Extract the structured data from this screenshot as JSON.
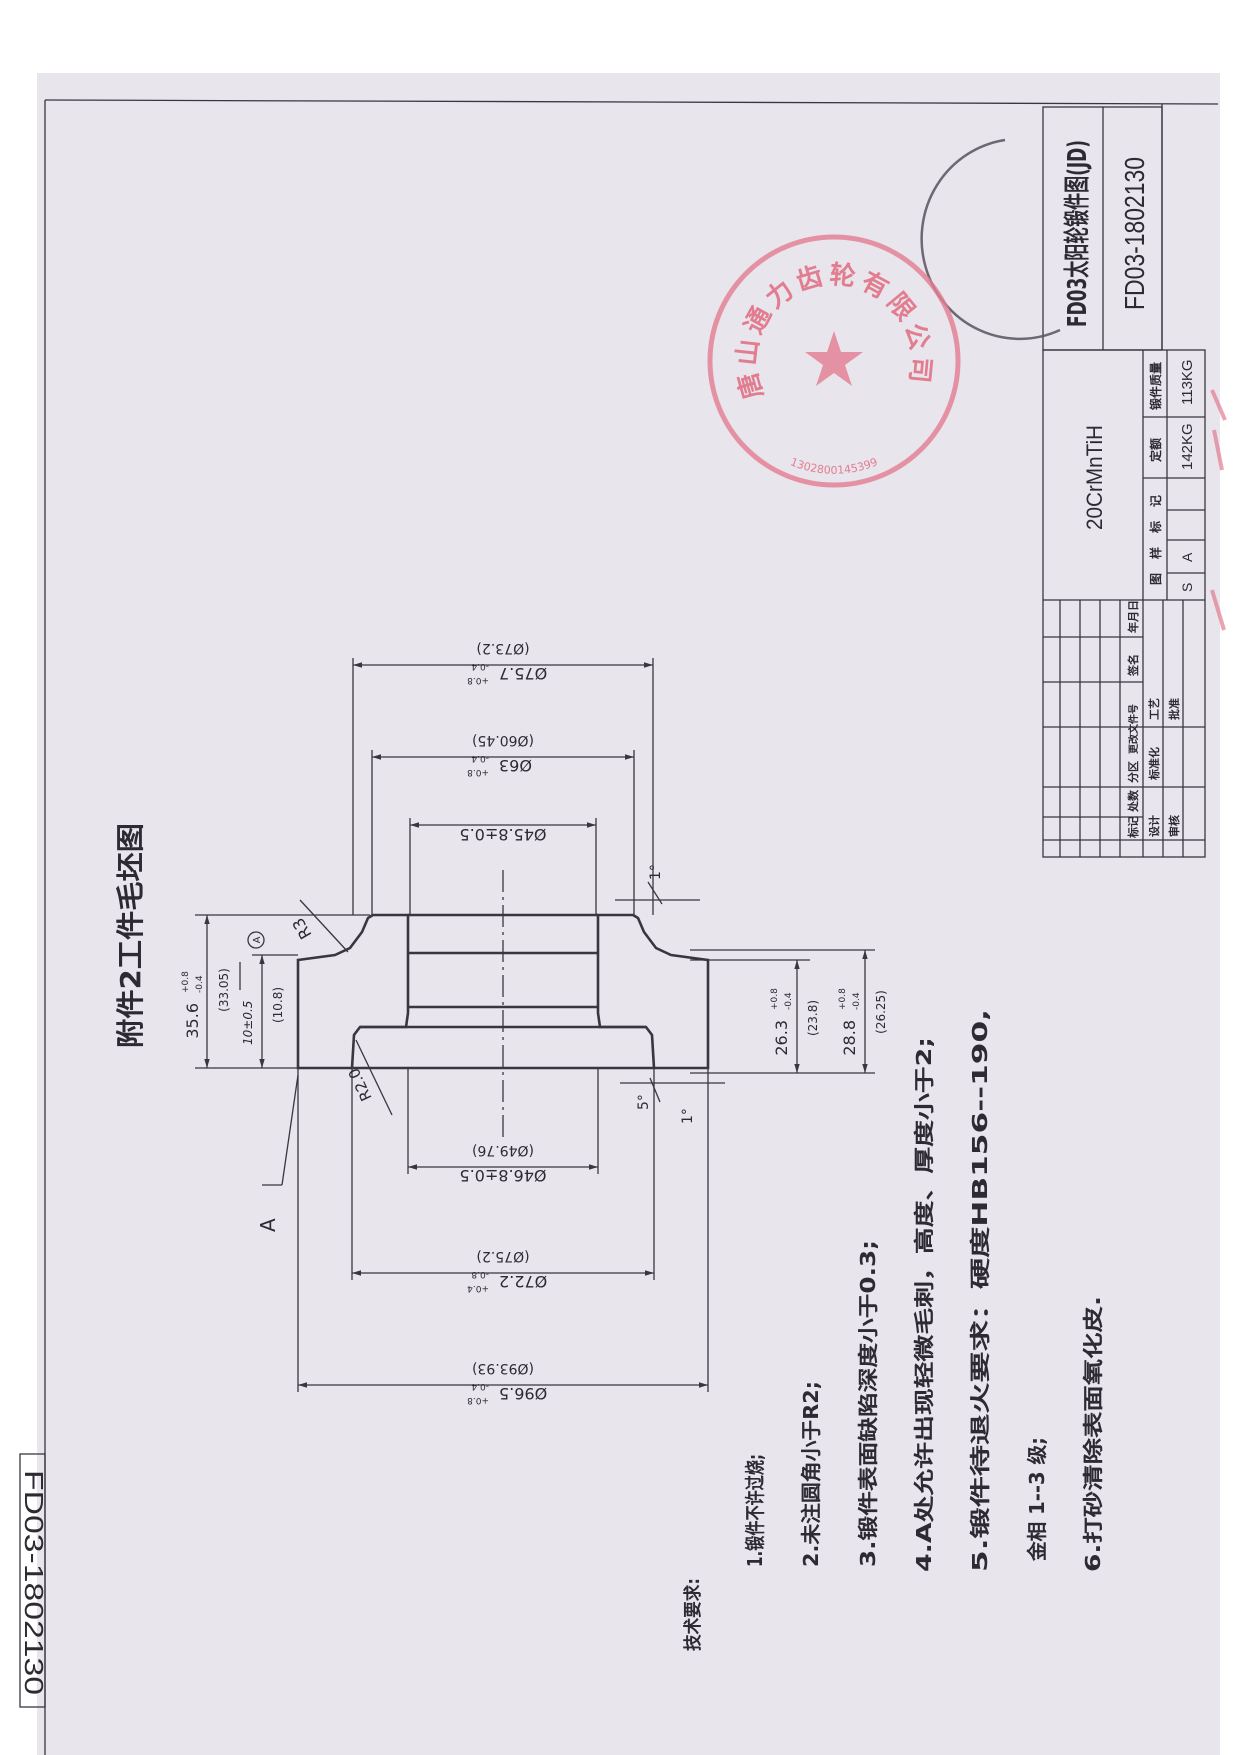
{
  "title": "附件2工件毛坯图",
  "side_number": "FD03-1802130",
  "dimensions": {
    "od_top": {
      "main": "Ø75.7",
      "tol_upper": "+0.8",
      "tol_lower": "-0.4",
      "ref": "(Ø73.2)"
    },
    "hub_top": {
      "main": "Ø63",
      "tol_upper": "+0.8",
      "tol_lower": "-0.4",
      "ref": "(Ø60.45)"
    },
    "bore_top": {
      "main": "Ø45.8±0.5"
    },
    "bore_bottom": {
      "main": "Ø46.8±0.5",
      "ref": "(Ø49.76)"
    },
    "counterbore": {
      "main": "Ø72.2",
      "tol_upper": "+0.4",
      "tol_lower": "-0.8",
      "ref": "(Ø75.2)"
    },
    "outer": {
      "main": "Ø96.5",
      "tol_upper": "+0.8",
      "tol_lower": "-0.4",
      "ref": "(Ø93.93)"
    },
    "height_total": {
      "main": "35.6",
      "tol_upper": "+0.8",
      "tol_lower": "-0.4",
      "ref": "(33.05)"
    },
    "flange": {
      "main": "10±0.5",
      "ref": "(10.8)",
      "datum_mark": "A"
    },
    "height_a": {
      "main": "26.3",
      "tol_upper": "+0.8",
      "tol_lower": "-0.4",
      "ref": "(23.8)"
    },
    "height_b": {
      "main": "28.8",
      "tol_upper": "+0.8",
      "tol_lower": "-0.4",
      "ref": "(26.25)"
    },
    "radius_outer": "R3",
    "radius_inner": "R2.0",
    "draft_top": "1°",
    "draft_bottom": "1°",
    "draft_inner": "5°",
    "section_mark": "A"
  },
  "tech_requirements": {
    "heading": "技术要求:",
    "items": [
      "1.锻件不许过烧;",
      "2.未注圆角小于R2;",
      "3.锻件表面缺陷深度小于0.3;",
      "4.A处允许出现轻微毛刺，高度、厚度小于2;",
      "5.锻件待退火要求：硬度HB156--190,",
      "金相 1--3 级;",
      "6.打砂清除表面氧化皮."
    ]
  },
  "title_block": {
    "drawing_name": "FD03太阳轮锻件图(JD)",
    "drawing_number": "FD03-1802130",
    "material": "20CrMnTiH",
    "forging_weight_label": "锻件质量",
    "forging_weight": "113KG",
    "quota_label": "定额",
    "quota": "142KG",
    "drawing_mark_label": "图样标记",
    "mark_s": "S",
    "mark_a": "A",
    "revision_labels": [
      "标记",
      "处数",
      "分区",
      "更改文件号",
      "签名",
      "年月日"
    ],
    "approval_labels_1": [
      "设计",
      "标准化",
      "工艺"
    ],
    "approval_labels_2": [
      "审核",
      "批准"
    ]
  },
  "stamp": {
    "company": "唐山通力齿轮有限公司",
    "code": "1302800145399"
  },
  "colors": {
    "paper": "#e8e5ed",
    "ink": "#3a3640",
    "stamp": "#e27d90"
  }
}
